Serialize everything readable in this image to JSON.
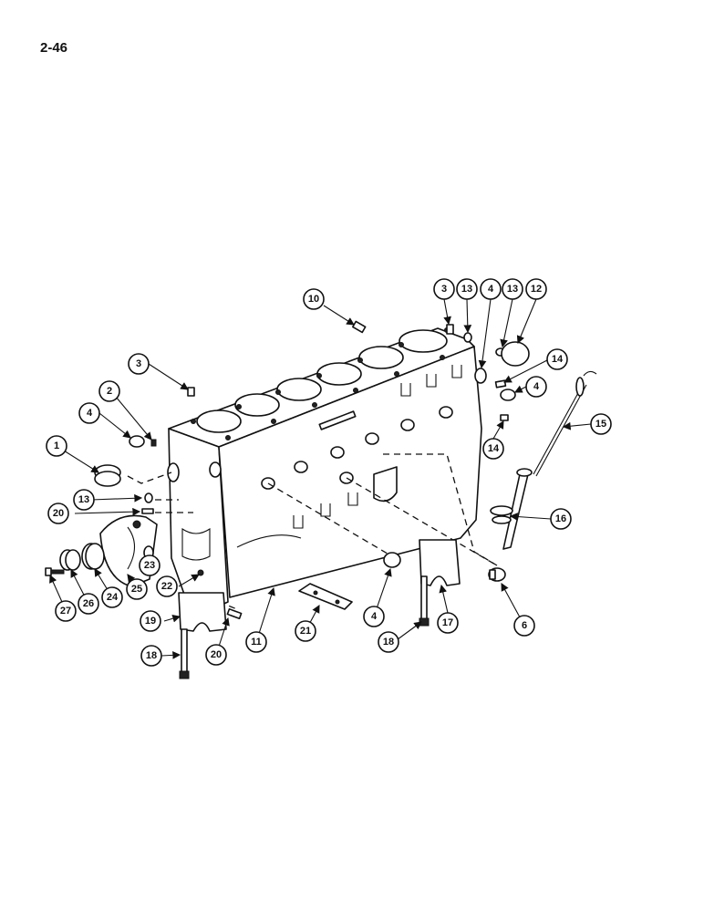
{
  "page_number": "2-46",
  "callouts": [
    "1",
    "2",
    "3",
    "3",
    "4",
    "4",
    "4",
    "4",
    "6",
    "10",
    "11",
    "12",
    "13",
    "13",
    "13",
    "14",
    "14",
    "15",
    "16",
    "17",
    "18",
    "18",
    "19",
    "20",
    "20",
    "21",
    "22",
    "23",
    "24",
    "25",
    "26",
    "27"
  ],
  "colors": {
    "ink": "#111111",
    "paper": "#ffffff"
  }
}
